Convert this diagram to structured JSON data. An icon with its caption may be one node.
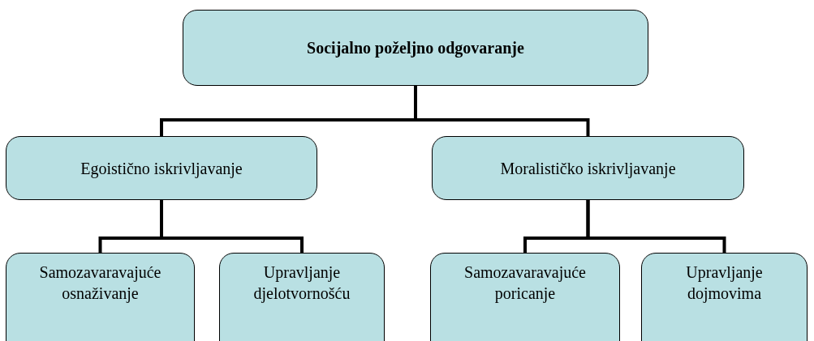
{
  "diagram": {
    "nodes": [
      {
        "text": [
          "Socijalno poželjno odgovaranje"
        ]
      },
      {
        "text": [
          "Egoistično iskrivljavanje"
        ]
      },
      {
        "text": [
          "Moralističko iskrivljavanje"
        ]
      },
      {
        "text": [
          "Samozavaravajuće osnaživanje"
        ]
      },
      {
        "text": [
          "Upravljanje djelotvornošću"
        ]
      },
      {
        "text": [
          "Samozavaravajuće poricanje"
        ]
      },
      {
        "text": [
          "Upravljanje dojmovima"
        ]
      }
    ],
    "edges": [
      {
        "from": 0,
        "to": 1,
        "arrow": "none"
      },
      {
        "from": 0,
        "to": 2,
        "arrow": "none"
      },
      {
        "from": 1,
        "to": 3,
        "arrow": "none"
      },
      {
        "from": 1,
        "to": 4,
        "arrow": "none"
      },
      {
        "from": 2,
        "to": 5,
        "arrow": "none"
      },
      {
        "from": 2,
        "to": 6,
        "arrow": "none"
      }
    ]
  }
}
